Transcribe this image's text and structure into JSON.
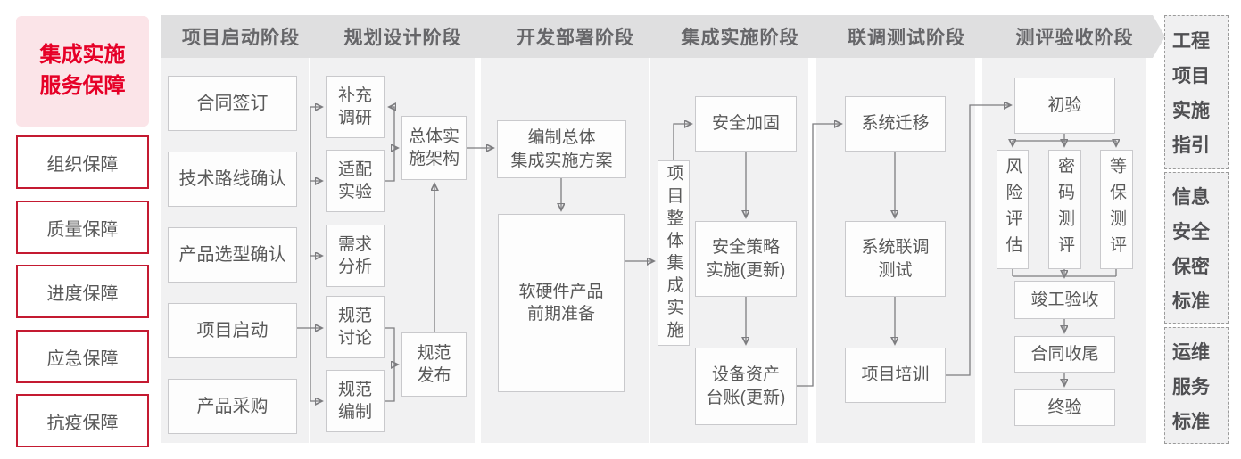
{
  "colors": {
    "accent_red": "#e60027",
    "border_red": "#c41a31",
    "pink_bg": "#fbe4e8",
    "header_bg": "#dfdfe0",
    "column_bg": "#f1f1f2",
    "line_gray": "#7d7d80",
    "text_gray": "#595959"
  },
  "sidebar": {
    "title_lines": [
      "集成实施",
      "服务保障"
    ],
    "items": [
      "组织保障",
      "质量保障",
      "进度保障",
      "应急保障",
      "抗疫保障"
    ]
  },
  "phases": [
    "项目启动阶段",
    "规划设计阶段",
    "开发部署阶段",
    "集成实施阶段",
    "联调测试阶段",
    "测评验收阶段"
  ],
  "flow": {
    "startup": {
      "contract": "合同签订",
      "tech_route": "技术路线确认",
      "product_selection": "产品选型确认",
      "kickoff": "项目启动",
      "procurement": "产品采购"
    },
    "planning": {
      "research": [
        "补充",
        "调研"
      ],
      "adapt": [
        "适配",
        "实验"
      ],
      "requirement": [
        "需求",
        "分析"
      ],
      "spec_discuss": [
        "规范",
        "讨论"
      ],
      "spec_draft": [
        "规范",
        "编制"
      ],
      "arch": [
        "总体实",
        "施架构"
      ],
      "spec_publish": [
        "规范",
        "发布"
      ]
    },
    "develop": {
      "plan_doc": [
        "编制总体",
        "集成实施方案"
      ],
      "prep": [
        "软硬件产品",
        "前期准备"
      ]
    },
    "integration": {
      "overall": "项目整体集成实施",
      "harden": "安全加固",
      "policy": [
        "安全策略",
        "实施(更新)"
      ],
      "assets": [
        "设备资产",
        "台账(更新)"
      ]
    },
    "testing": {
      "migrate": "系统迁移",
      "joint_test": [
        "系统联调",
        "测试"
      ],
      "training": "项目培训"
    },
    "acceptance": {
      "initial": "初验",
      "risk": "风险评估",
      "crypto": "密码测评",
      "dengbao": "等保测评",
      "completion": "竣工验收",
      "closure": "合同收尾",
      "final": "终验"
    }
  },
  "right_panel": {
    "guide": [
      "工程",
      "项目",
      "实施",
      "指引"
    ],
    "security": [
      "信息",
      "安全",
      "保密",
      "标准"
    ],
    "ops": [
      "运维",
      "服务",
      "标准"
    ]
  }
}
